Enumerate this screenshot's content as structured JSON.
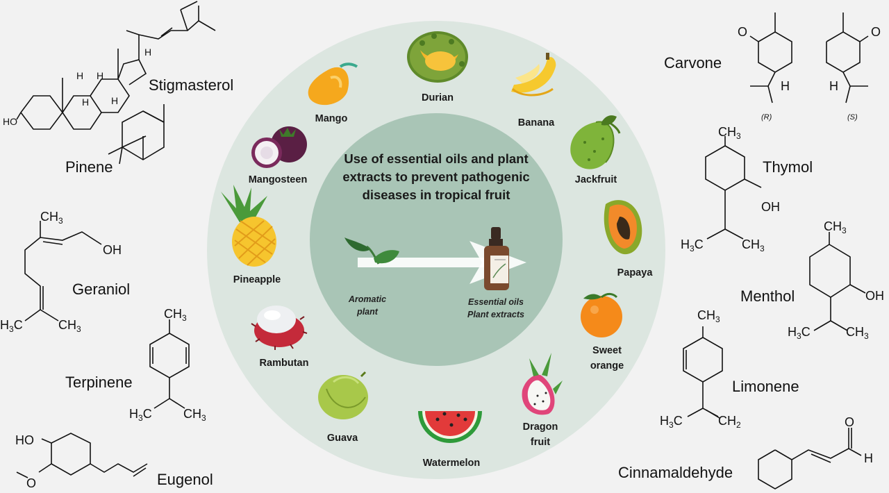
{
  "center": {
    "title": "Use of essential oils and plant extracts to prevent pathogenic diseases in tropical fruit",
    "left_caption_1": "Aromatic",
    "left_caption_2": "plant",
    "right_caption_1": "Essential oils",
    "right_caption_2": "Plant extracts"
  },
  "fruits": {
    "durian": "Durian",
    "mango": "Mango",
    "banana": "Banana",
    "mangosteen": "Mangosteen",
    "jackfruit": "Jackfruit",
    "pineapple": "Pineapple",
    "papaya": "Papaya",
    "rambutan": "Rambutan",
    "sweet_orange_1": "Sweet",
    "sweet_orange_2": "orange",
    "guava": "Guava",
    "watermelon": "Watermelon",
    "dragon_fruit_1": "Dragon",
    "dragon_fruit_2": "fruit"
  },
  "compounds": {
    "stigmasterol": "Stigmasterol",
    "pinene": "Pinene",
    "geraniol": "Geraniol",
    "terpinene": "Terpinene",
    "eugenol": "Eugenol",
    "carvone": "Carvone",
    "thymol": "Thymol",
    "menthol": "Menthol",
    "limonene": "Limonene",
    "cinnamaldehyde": "Cinnamaldehyde",
    "carvone_r": "(R)",
    "carvone_s": "(S)"
  },
  "atoms": {
    "ho": "HO",
    "oh": "OH",
    "h": "H",
    "o": "O",
    "ch3": "CH",
    "h3c": "H",
    "sub3": "3",
    "c": "C",
    "ch2": "CH",
    "sub2": "2"
  },
  "colors": {
    "background": "#f2f2f2",
    "outer_ring": "#dce6e0",
    "inner_circle": "#a9c5b6",
    "arrow": "#ffffff"
  }
}
